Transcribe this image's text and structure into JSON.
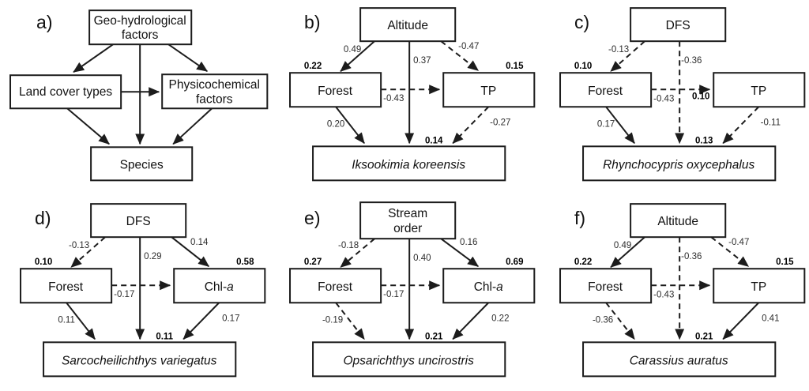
{
  "figure": {
    "panels": [
      {
        "letter": "a)",
        "nodes": {
          "top": {
            "line1": "Geo-hydrological",
            "line2": "factors"
          },
          "left": {
            "label": "Land cover types"
          },
          "right": {
            "line1": "Physicochemical",
            "line2": "factors"
          },
          "bottom": {
            "label": "Species"
          }
        },
        "edges": {}
      },
      {
        "letter": "b)",
        "nodes": {
          "top": {
            "label": "Altitude"
          },
          "left": {
            "label": "Forest",
            "r2": "0.22"
          },
          "right": {
            "label": "TP",
            "label_i": "",
            "r2": "0.15"
          },
          "bottom": {
            "label": "Iksookimia koreensis",
            "r2": "0.14"
          }
        },
        "edges": {
          "top_left": "0.49",
          "top_bottom": "0.37",
          "top_right": "-0.47",
          "left_right": "-0.43",
          "left_bottom": "0.20",
          "right_bottom": "-0.27"
        }
      },
      {
        "letter": "c)",
        "nodes": {
          "top": {
            "label": "DFS"
          },
          "left": {
            "label": "Forest",
            "r2": "0.10"
          },
          "right": {
            "label": "TP",
            "label_i": "",
            "r2": "0.10"
          },
          "bottom": {
            "label": "Rhynchocypris oxycephalus",
            "r2": "0.13"
          }
        },
        "edges": {
          "top_left": "-0.13",
          "top_bottom": "-0.36",
          "left_right": "-0.43",
          "left_bottom": "0.17",
          "right_bottom": "-0.11"
        }
      },
      {
        "letter": "d)",
        "nodes": {
          "top": {
            "label": "DFS"
          },
          "left": {
            "label": "Forest",
            "r2": "0.10"
          },
          "right": {
            "label": "Chl-",
            "label_i": "a",
            "r2": "0.58"
          },
          "bottom": {
            "label": "Sarcocheilichthys variegatus",
            "r2": "0.11"
          }
        },
        "edges": {
          "top_left": "-0.13",
          "top_bottom": "0.29",
          "top_right": "0.14",
          "left_right": "-0.17",
          "left_bottom": "0.11",
          "right_bottom": "0.17"
        }
      },
      {
        "letter": "e)",
        "nodes": {
          "top": {
            "line1": "Stream",
            "line2": "order"
          },
          "left": {
            "label": "Forest",
            "r2": "0.27"
          },
          "right": {
            "label": "Chl-",
            "label_i": "a",
            "r2": "0.69"
          },
          "bottom": {
            "label": "Opsarichthys uncirostris",
            "r2": "0.21"
          }
        },
        "edges": {
          "top_left": "-0.18",
          "top_bottom": "0.40",
          "top_right": "0.16",
          "left_right": "-0.17",
          "left_bottom": "-0.19",
          "right_bottom": "0.22"
        }
      },
      {
        "letter": "f)",
        "nodes": {
          "top": {
            "label": "Altitude"
          },
          "left": {
            "label": "Forest",
            "r2": "0.22"
          },
          "right": {
            "label": "TP",
            "label_i": "",
            "r2": "0.15"
          },
          "bottom": {
            "label": "Carassius auratus",
            "r2": "0.21"
          }
        },
        "edges": {
          "top_left": "0.49",
          "top_bottom": "-0.36",
          "top_right": "-0.47",
          "left_right": "-0.43",
          "left_bottom": "-0.36",
          "right_bottom": "0.41"
        }
      }
    ]
  }
}
